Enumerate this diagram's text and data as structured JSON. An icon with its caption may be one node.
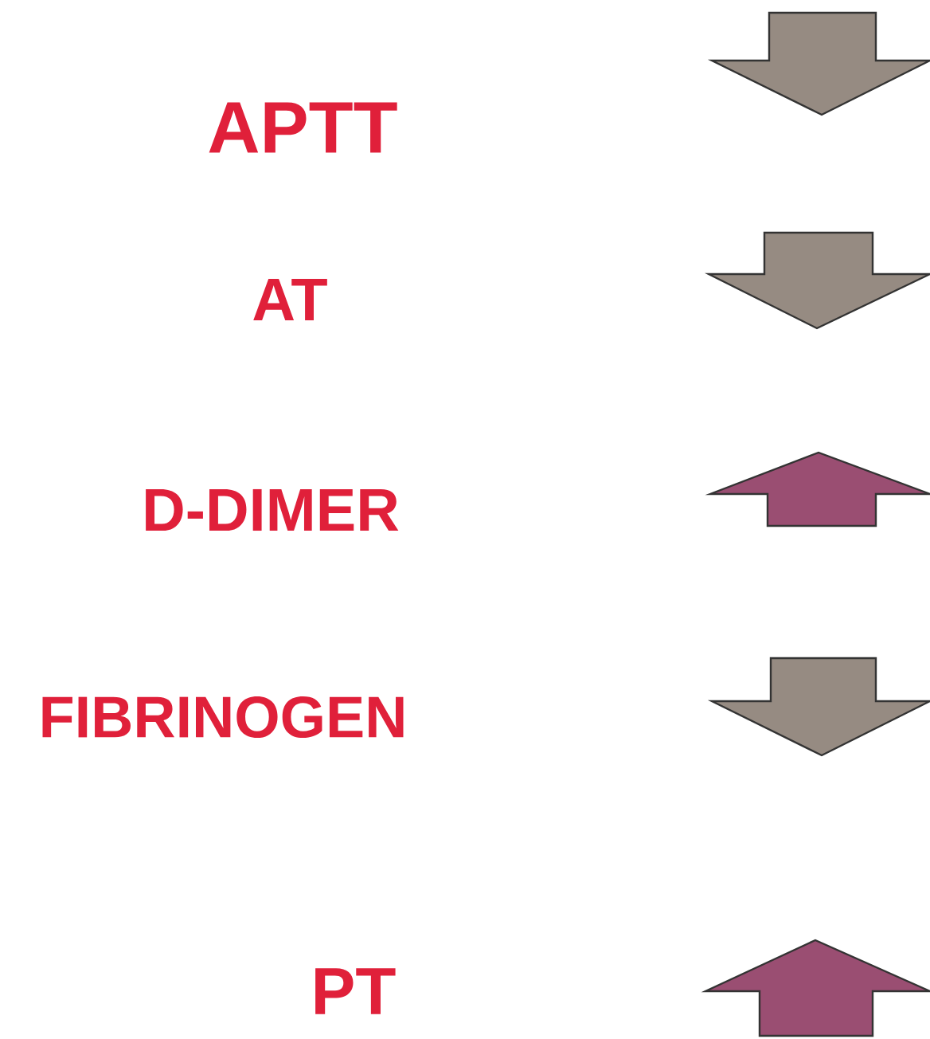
{
  "diagram": {
    "labels": [
      "APTT",
      "AT",
      "D-DIMER",
      "FIBRINOGEN",
      "PT"
    ]
  }
}
